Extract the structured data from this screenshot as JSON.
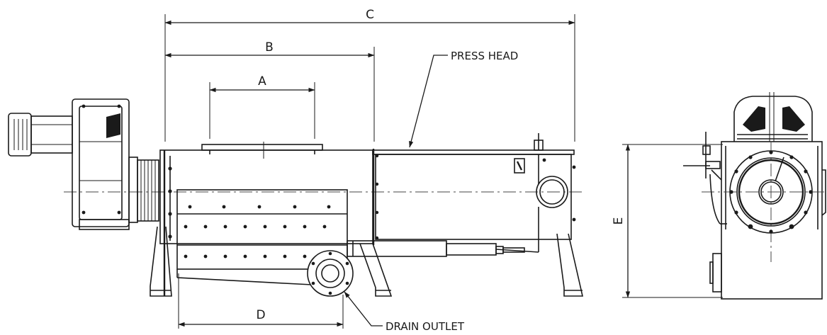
{
  "dimensions": {
    "a": "A",
    "b": "B",
    "c": "C",
    "d": "D",
    "e": "E"
  },
  "callouts": {
    "press_head": "PRESS HEAD",
    "drain_outlet": "DRAIN OUTLET"
  },
  "colors": {
    "line": "#1a1a1a",
    "background": "#ffffff"
  }
}
